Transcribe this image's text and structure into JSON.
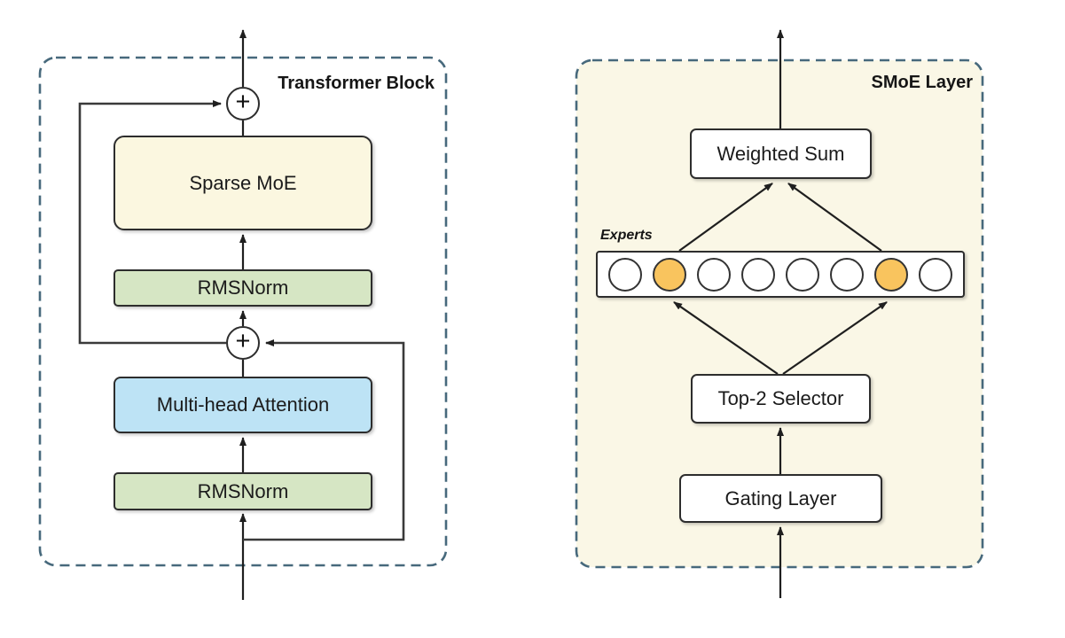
{
  "colors": {
    "panel_fill": "#FAF7E6",
    "sparse_moe_fill": "#FBF7E0",
    "norm_fill": "#D6E6C4",
    "attention_fill": "#BDE3F5",
    "expert_active_fill": "#F9C45E",
    "expert_inactive_fill": "#FFFFFF",
    "dashed_border": "#47697C",
    "box_border": "#2D2D2D",
    "line": "#1F1F1F",
    "residual_line": "#3A3A3A"
  },
  "transformer_block": {
    "label": "Transformer Block",
    "add_symbol": "+",
    "boxes": {
      "sparse_moe": "Sparse MoE",
      "rmsnorm_top": "RMSNorm",
      "attention": "Multi-head Attention",
      "rmsnorm_bottom": "RMSNorm"
    }
  },
  "smoe_layer": {
    "label": "SMoE Layer",
    "boxes": {
      "weighted_sum": "Weighted Sum",
      "top2_selector": "Top-2 Selector",
      "gating_layer": "Gating Layer"
    },
    "experts": {
      "label": "Experts",
      "count": 8,
      "active_indices": [
        1,
        6
      ]
    }
  }
}
